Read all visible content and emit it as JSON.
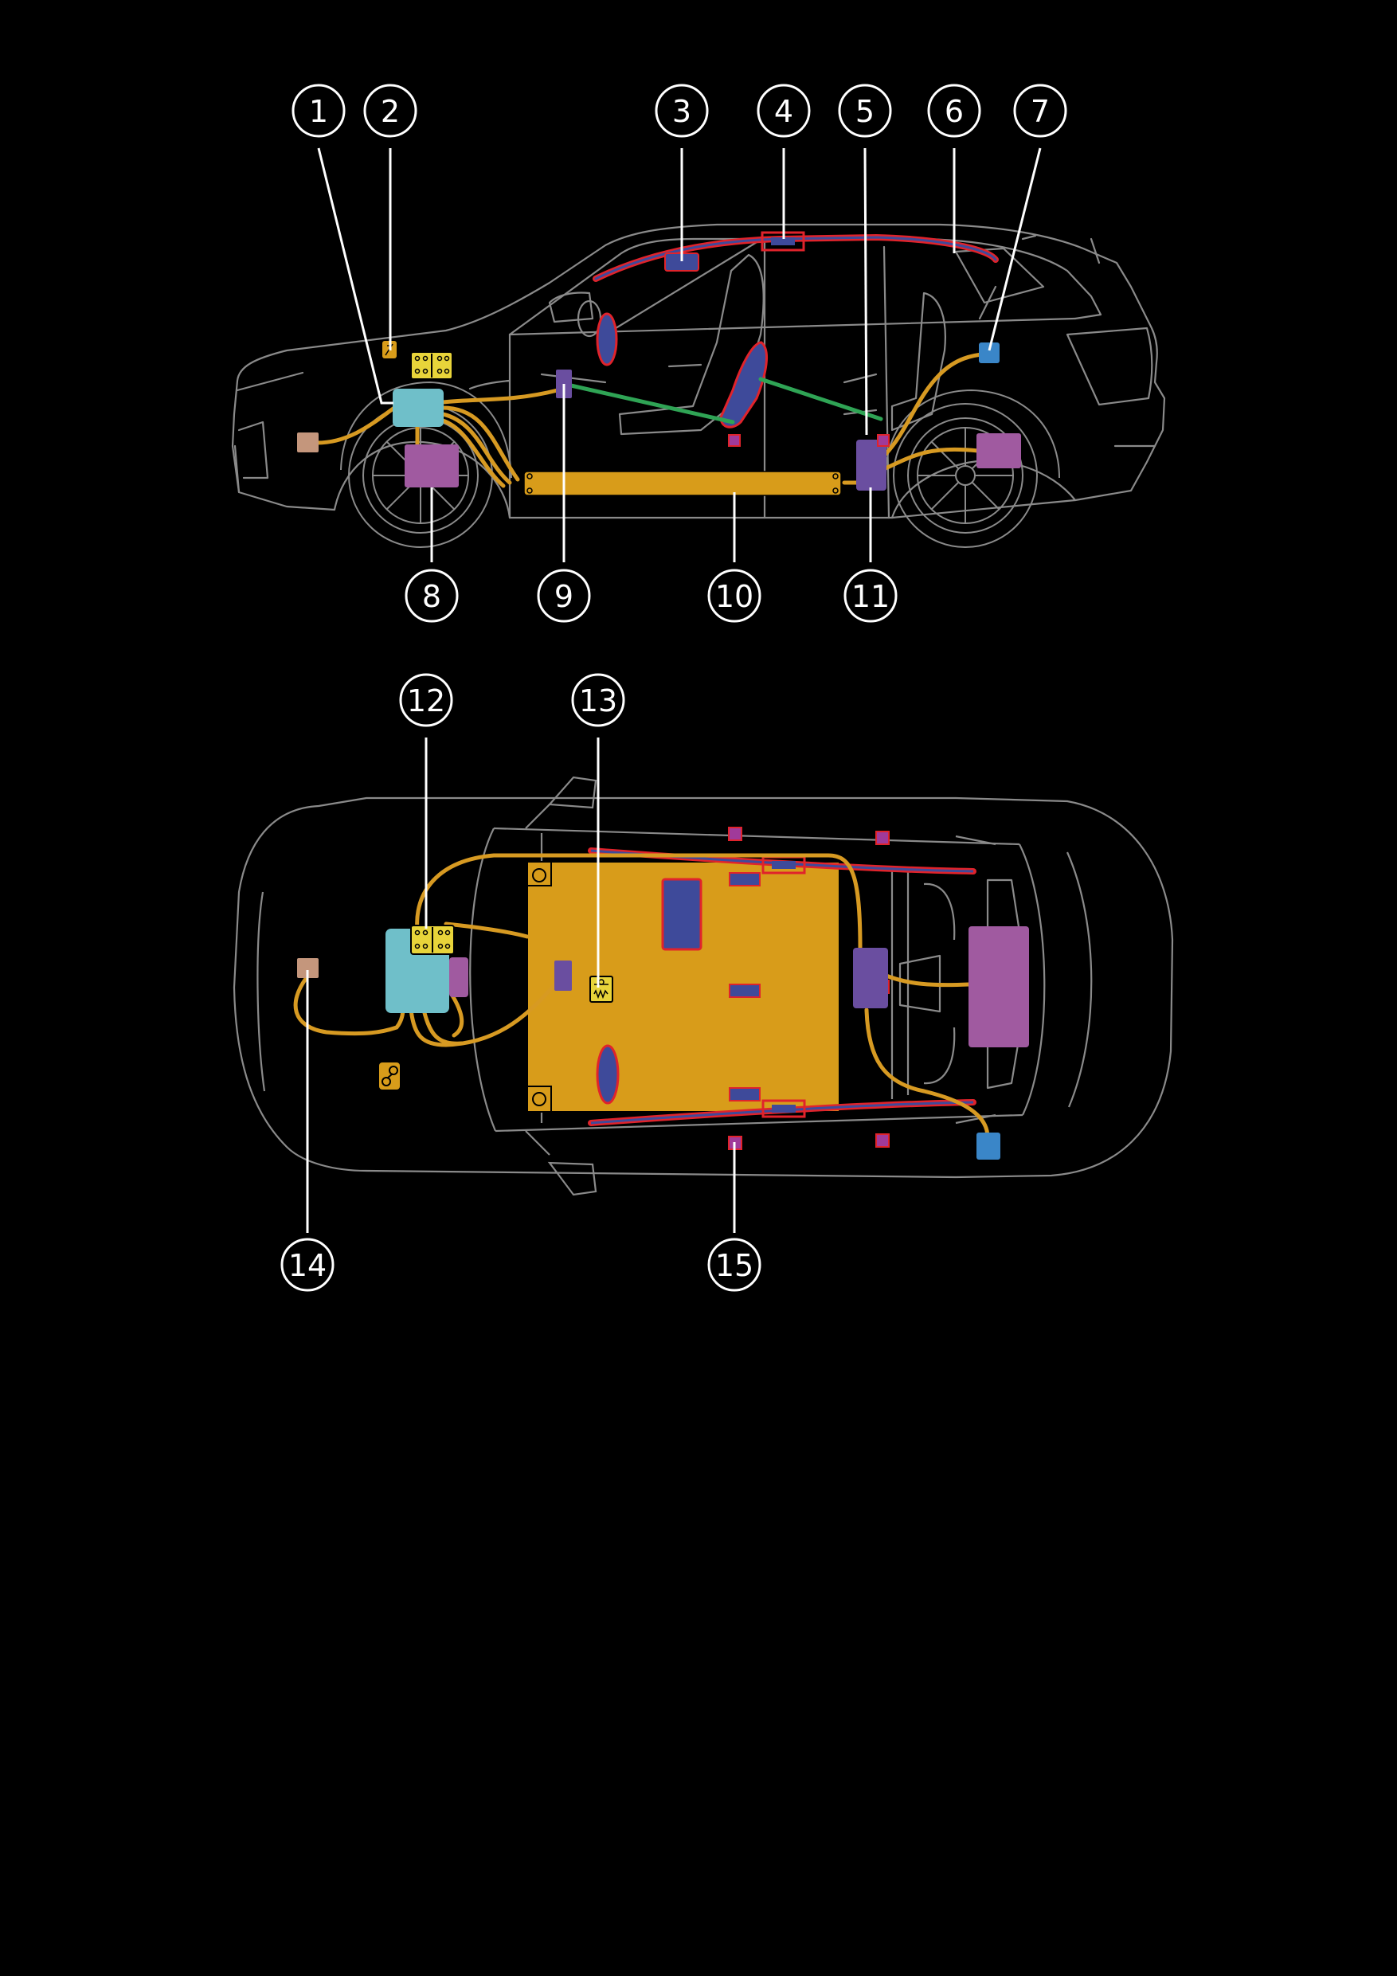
{
  "colors": {
    "background": "#000000",
    "outline": "#8a8a8a",
    "hv_cable": "#d79a22",
    "battery": "#d89c1a",
    "fuse_box": "#e8d43a",
    "pdu": "#6fbfc9",
    "motor": "#a05aa0",
    "dcdc": "#6a4ea0",
    "airbag": "#3e4a9a",
    "airbag_outline": "#e0232b",
    "seatbelt": "#2fa455",
    "charge_port": "#3a86c8",
    "connector": "#c4967c",
    "sensor": "#a03a9a",
    "callout": "#ffffff"
  },
  "callouts": {
    "side": [
      "1",
      "2",
      "3",
      "4",
      "5",
      "6",
      "7",
      "8",
      "9",
      "10",
      "11"
    ],
    "top": [
      "12",
      "13",
      "14",
      "15"
    ]
  }
}
